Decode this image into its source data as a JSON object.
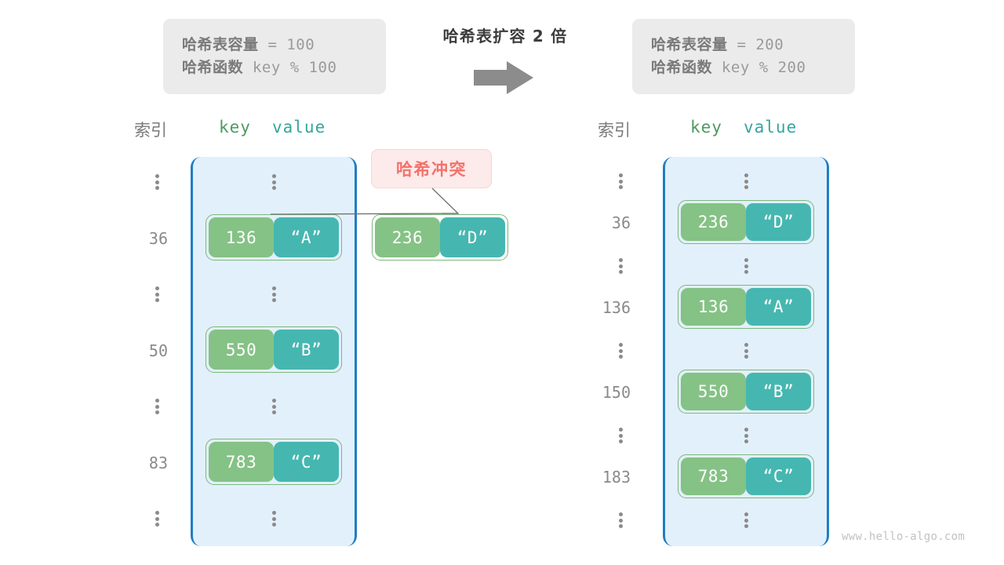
{
  "left_info": {
    "capacity_label": "哈希表容量",
    "capacity_expr": " = 100",
    "function_label": "哈希函数",
    "function_expr": " key % 100"
  },
  "right_info": {
    "capacity_label": "哈希表容量",
    "capacity_expr": " = 200",
    "function_label": "哈希函数",
    "function_expr": " key % 200"
  },
  "center": {
    "title": "哈希表扩容 2 倍",
    "arrow_icon": "right-arrow-icon",
    "arrow_color": "#8c8c8c"
  },
  "left_table": {
    "header_index": "索引",
    "header_key": "key",
    "header_value": "value",
    "rows": [
      {
        "type": "ellipsis",
        "index": "⋮"
      },
      {
        "type": "entry",
        "index": "36",
        "key": "136",
        "value": "“A”"
      },
      {
        "type": "ellipsis",
        "index": "⋮"
      },
      {
        "type": "entry",
        "index": "50",
        "key": "550",
        "value": "“B”"
      },
      {
        "type": "ellipsis",
        "index": "⋮"
      },
      {
        "type": "entry",
        "index": "83",
        "key": "783",
        "value": "“C”"
      },
      {
        "type": "ellipsis",
        "index": "⋮"
      }
    ]
  },
  "collision": {
    "badge_label": "哈希冲突",
    "badge_text_color": "#f3726c",
    "badge_bg_color": "#fdeaea",
    "floating_entry": {
      "key": "236",
      "value": "“D”"
    }
  },
  "right_table": {
    "header_index": "索引",
    "header_key": "key",
    "header_value": "value",
    "rows": [
      {
        "type": "ellipsis",
        "index": "⋮"
      },
      {
        "type": "entry",
        "index": "36",
        "key": "236",
        "value": "“D”"
      },
      {
        "type": "ellipsis",
        "index": "⋮"
      },
      {
        "type": "entry",
        "index": "136",
        "key": "136",
        "value": "“A”"
      },
      {
        "type": "ellipsis",
        "index": "⋮"
      },
      {
        "type": "entry",
        "index": "150",
        "key": "550",
        "value": "“B”"
      },
      {
        "type": "ellipsis",
        "index": "⋮"
      },
      {
        "type": "entry",
        "index": "183",
        "key": "783",
        "value": "“C”"
      },
      {
        "type": "ellipsis",
        "index": "⋮"
      }
    ]
  },
  "colors": {
    "key_cell": "#85c285",
    "value_cell": "#45b7b0",
    "pair_border": "#7cb87e",
    "table_bg": "#e2f0fb",
    "table_border": "#1f7ec4",
    "info_bg": "#ebebeb"
  },
  "watermark": "www.hello-algo.com"
}
